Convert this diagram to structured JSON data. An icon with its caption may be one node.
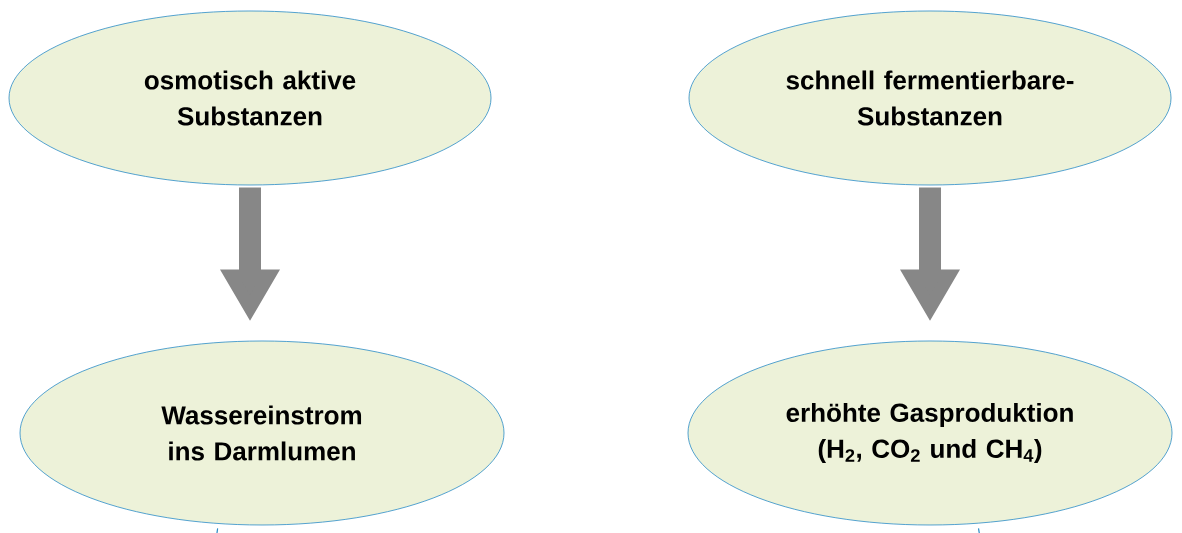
{
  "diagram": {
    "nodes": [
      {
        "text": [
          "osmotisch aktive Substanzen"
        ]
      },
      {
        "text": [
          "schnell fermentierbare- Substanzen"
        ]
      },
      {
        "text": [
          "Wassereinstrom ins Darmlumen"
        ]
      },
      {
        "text": [
          "erhöhte Gasproduktion (H$_{2}$, CO$_{2}$ und CH$_{4}$)"
        ]
      }
    ],
    "edges": [
      {
        "from": 0,
        "to": 2,
        "arrow": "to",
        "style": "thick"
      },
      {
        "from": 1,
        "to": 3,
        "arrow": "to",
        "style": "thick"
      },
      {
        "from": 2,
        "to": null,
        "arrow": "none",
        "color": "#2a8cc6"
      },
      {
        "from": 3,
        "to": null,
        "arrow": "none",
        "color": "#2a8cc6"
      }
    ]
  }
}
